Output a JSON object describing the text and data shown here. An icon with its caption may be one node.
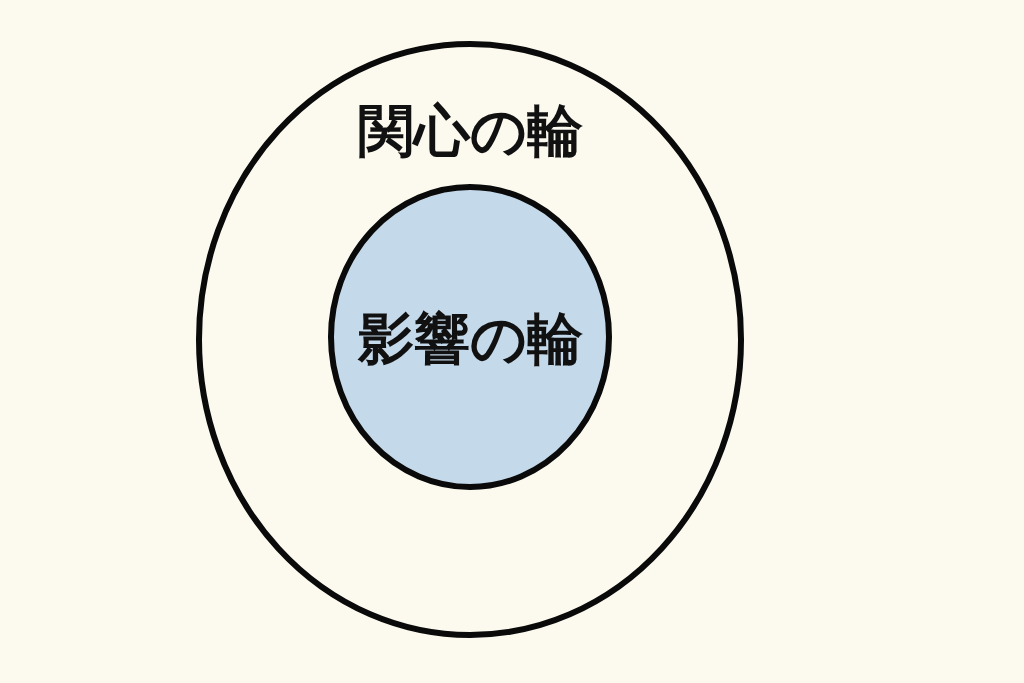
{
  "diagram": {
    "nodes": [
      {
        "text": [
          "関心の輪"
        ]
      },
      {
        "text": [
          "影響の輪"
        ],
        "in": 0
      }
    ]
  }
}
